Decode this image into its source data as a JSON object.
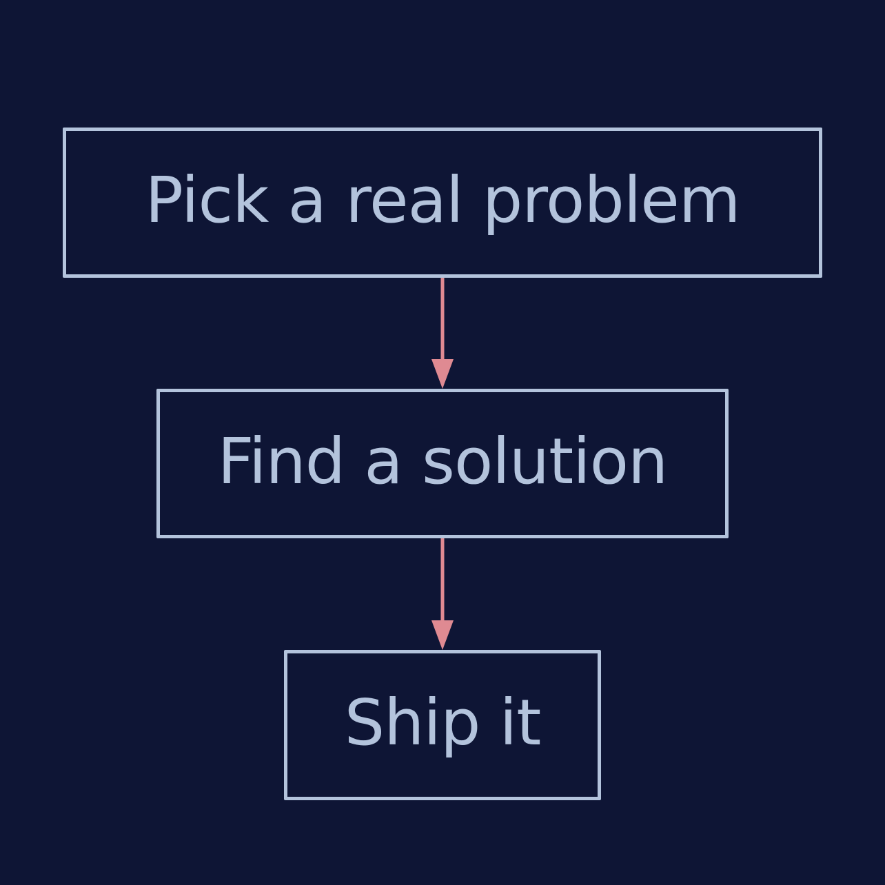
{
  "diagram": {
    "background_color": "#0e1535",
    "node_color": "#b3c3dc",
    "arrow_color": "#df8a92",
    "nodes": [
      {
        "id": "pick-problem",
        "label": "Pick a real problem"
      },
      {
        "id": "find-solution",
        "label": "Find a solution"
      },
      {
        "id": "ship-it",
        "label": "Ship it"
      }
    ],
    "edges": [
      {
        "from": "pick-problem",
        "to": "find-solution"
      },
      {
        "from": "find-solution",
        "to": "ship-it"
      }
    ]
  }
}
